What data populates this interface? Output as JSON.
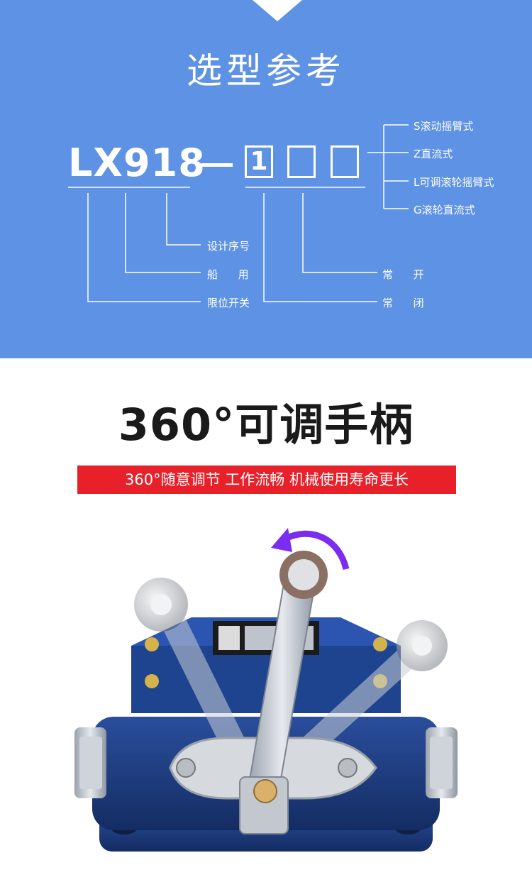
{
  "selection": {
    "title": "选型参考",
    "model_prefix": "LX918",
    "code_boxes": [
      "1",
      "",
      ""
    ],
    "options": [
      "S滚动摇臂式",
      "Z直流式",
      "L可调滚轮摇臂式",
      "G滚轮直流式"
    ],
    "parts": {
      "design_no": "设计序号",
      "marine": "船      用",
      "limit_switch": "限位开关",
      "normally_open": "常      开",
      "normally_closed": "常      闭"
    }
  },
  "feature": {
    "heading": "360°可调手柄",
    "banner": "360°随意调节 工作流畅 机械使用寿命更长"
  },
  "colors": {
    "panel_blue": "#5e92e4",
    "banner_red": "#e8202a",
    "switch_body": "#1f3f86",
    "arrow_purple": "#7a2cf0"
  }
}
